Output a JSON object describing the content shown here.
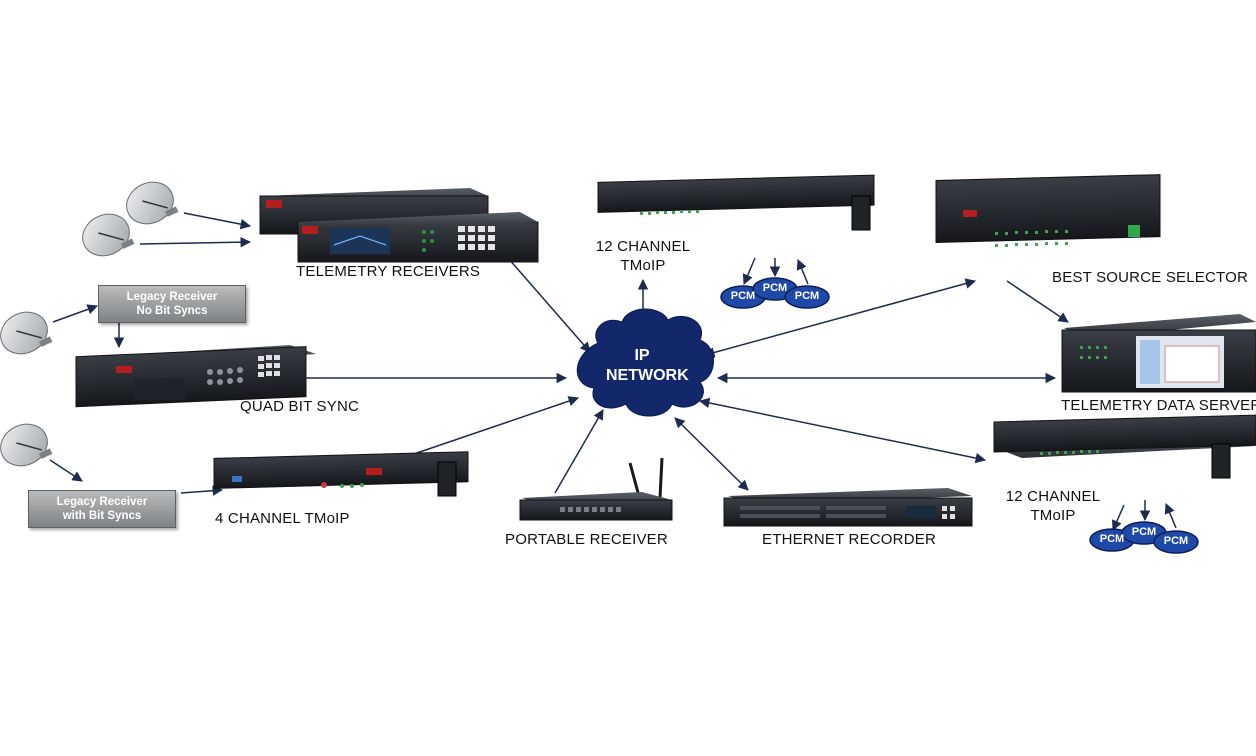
{
  "network": {
    "line1": "IP",
    "line2": "NETWORK"
  },
  "devices": {
    "telemetry_receivers": "TELEMETRY RECEIVERS",
    "quad_bit_sync": "QUAD BIT SYNC",
    "four_channel": "4 CHANNEL TMoIP",
    "portable_receiver": "PORTABLE RECEIVER",
    "ethernet_recorder": "ETHERNET RECORDER",
    "twelve_channel_top": {
      "line1": "12 CHANNEL",
      "line2": "TMoIP"
    },
    "twelve_channel_bottom": {
      "line1": "12 CHANNEL",
      "line2": "TMoIP"
    },
    "best_source_selector": "BEST SOURCE SELECTOR",
    "telemetry_data_server": "TELEMETRY DATA SERVER"
  },
  "legacy": {
    "no_bit_syncs": {
      "line1": "Legacy Receiver",
      "line2": "No Bit Syncs"
    },
    "with_bit_syncs": {
      "line1": "Legacy Receiver",
      "line2": "with Bit Syncs"
    }
  },
  "pcm_label": "PCM",
  "colors": {
    "cloud": "#13286b",
    "pcm": "#1f49a8",
    "arrow": "#1d2b4f",
    "equipment": "#2a2d33"
  }
}
